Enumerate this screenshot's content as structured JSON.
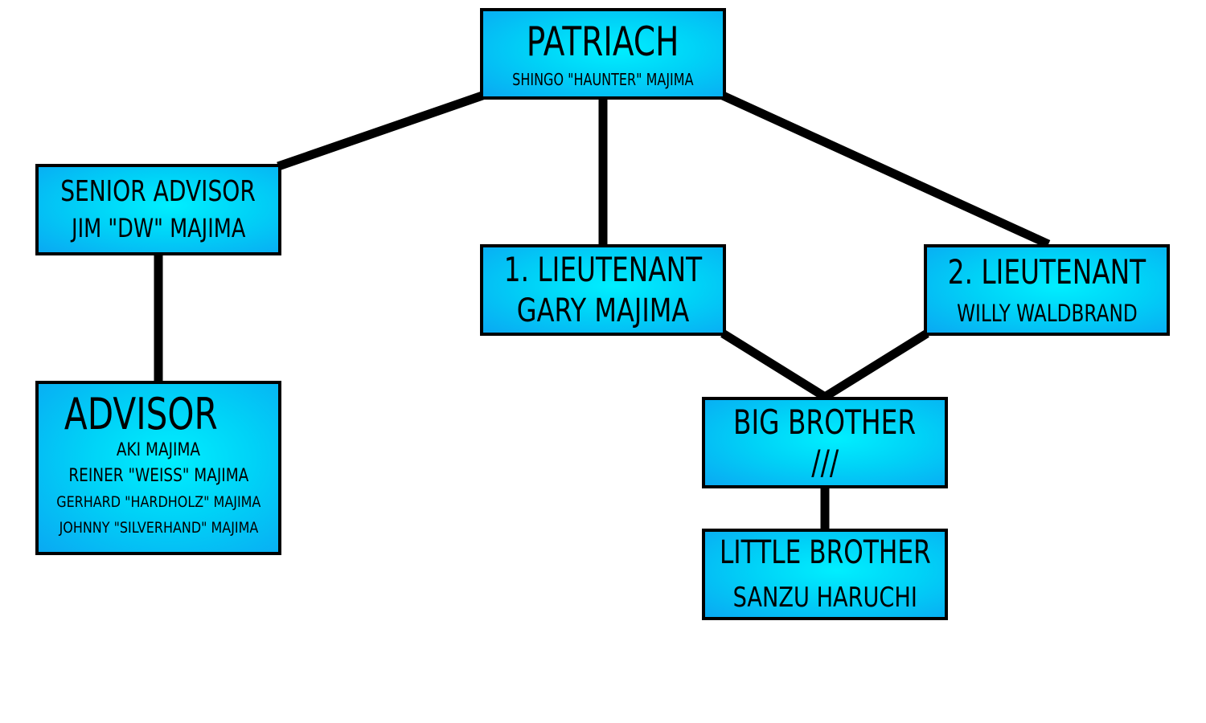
{
  "nodes": {
    "patriach": {
      "title": "PATRIACH",
      "subtitle": "SHINGO \"HAUNTER\" MAJIMA"
    },
    "senior_advisor": {
      "title": "SENIOR ADVISOR",
      "subtitle": "JIM \"DW\" MAJIMA"
    },
    "advisor": {
      "title": "ADVISOR",
      "members": [
        "AKI MAJIMA",
        "REINER \"WEISS\" MAJIMA",
        "GERHARD \"HARDHOLZ\" MAJIMA",
        "JOHNNY \"SILVERHAND\" MAJIMA"
      ]
    },
    "lieutenant_1": {
      "title": "1. LIEUTENANT",
      "subtitle": "GARY MAJIMA"
    },
    "lieutenant_2": {
      "title": "2. LIEUTENANT",
      "subtitle": "WILLY WALDBRAND"
    },
    "big_brother": {
      "title": "BIG BROTHER",
      "subtitle": "///"
    },
    "little_brother": {
      "title": "LITTLE BROTHER",
      "subtitle": "SANZU HARUCHI"
    }
  },
  "edges": [
    {
      "from": "PATRIACH",
      "to": "SENIOR ADVISOR"
    },
    {
      "from": "PATRIACH",
      "to": "1. LIEUTENANT"
    },
    {
      "from": "PATRIACH",
      "to": "2. LIEUTENANT"
    },
    {
      "from": "SENIOR ADVISOR",
      "to": "ADVISOR"
    },
    {
      "from": "1. LIEUTENANT",
      "to": "BIG BROTHER"
    },
    {
      "from": "2. LIEUTENANT",
      "to": "BIG BROTHER"
    },
    {
      "from": "BIG BROTHER",
      "to": "LITTLE BROTHER"
    }
  ],
  "colors": {
    "node_fill_center": "#00efff",
    "node_fill_edge": "#0aa9f2",
    "node_border": "#000000",
    "connector": "#000000",
    "background": "#ffffff"
  }
}
